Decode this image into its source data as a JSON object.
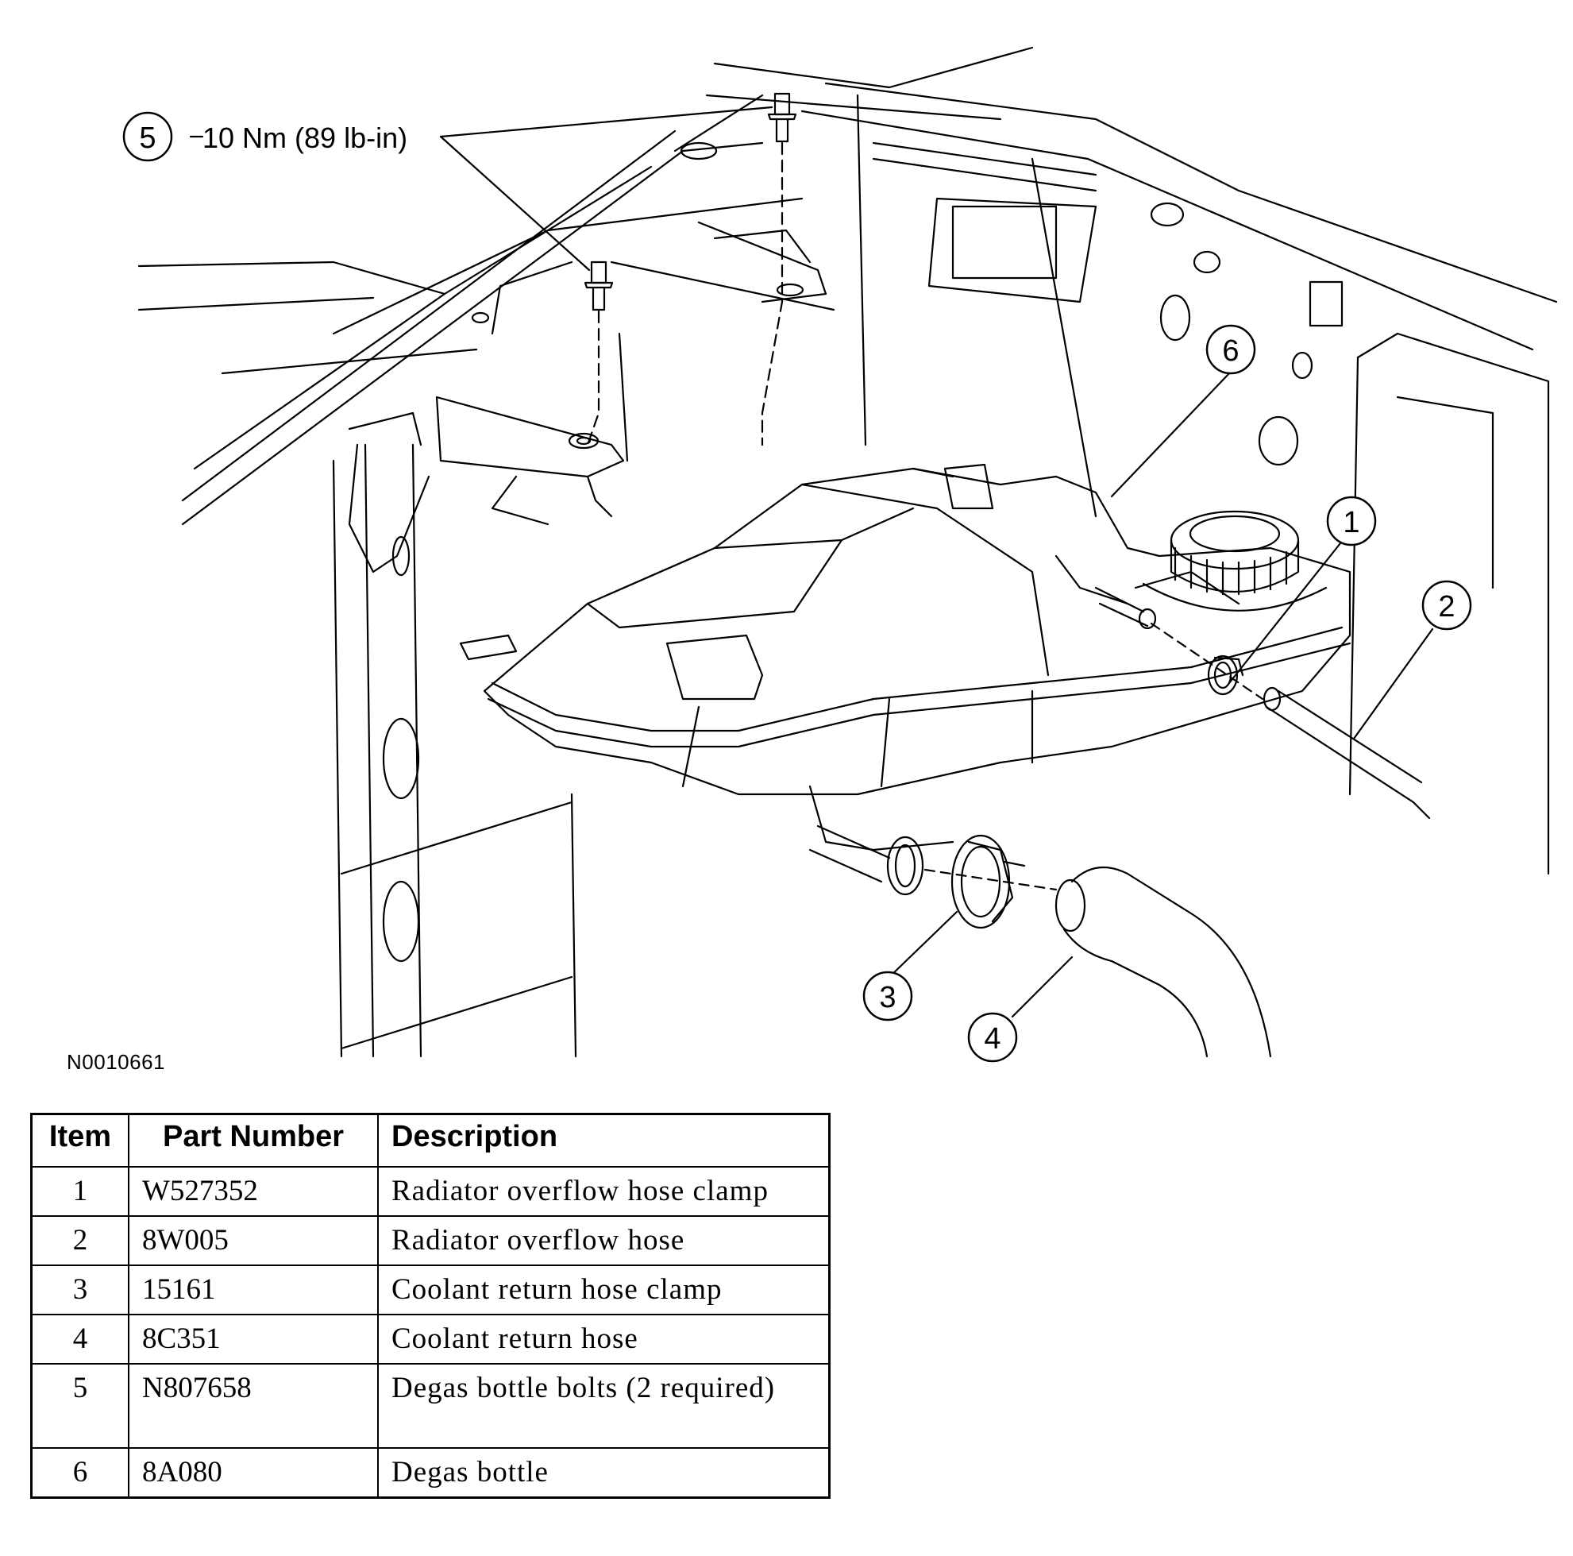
{
  "figure": {
    "figure_id": "N0010661",
    "torque_spec": "10 Nm (89 lb-in)",
    "callouts": [
      {
        "number": "1"
      },
      {
        "number": "2"
      },
      {
        "number": "3"
      },
      {
        "number": "4"
      },
      {
        "number": "5"
      },
      {
        "number": "6"
      }
    ]
  },
  "table": {
    "headers": {
      "item": "Item",
      "part_number": "Part Number",
      "description": "Description"
    },
    "rows": [
      {
        "item": "1",
        "part_number": "W527352",
        "description": "Radiator overflow hose clamp"
      },
      {
        "item": "2",
        "part_number": "8W005",
        "description": "Radiator overflow hose"
      },
      {
        "item": "3",
        "part_number": "15161",
        "description": "Coolant return hose clamp"
      },
      {
        "item": "4",
        "part_number": "8C351",
        "description": "Coolant return hose"
      },
      {
        "item": "5",
        "part_number": "N807658",
        "description": "Degas bottle bolts (2 required)"
      },
      {
        "item": "6",
        "part_number": "8A080",
        "description": "Degas bottle"
      }
    ]
  }
}
